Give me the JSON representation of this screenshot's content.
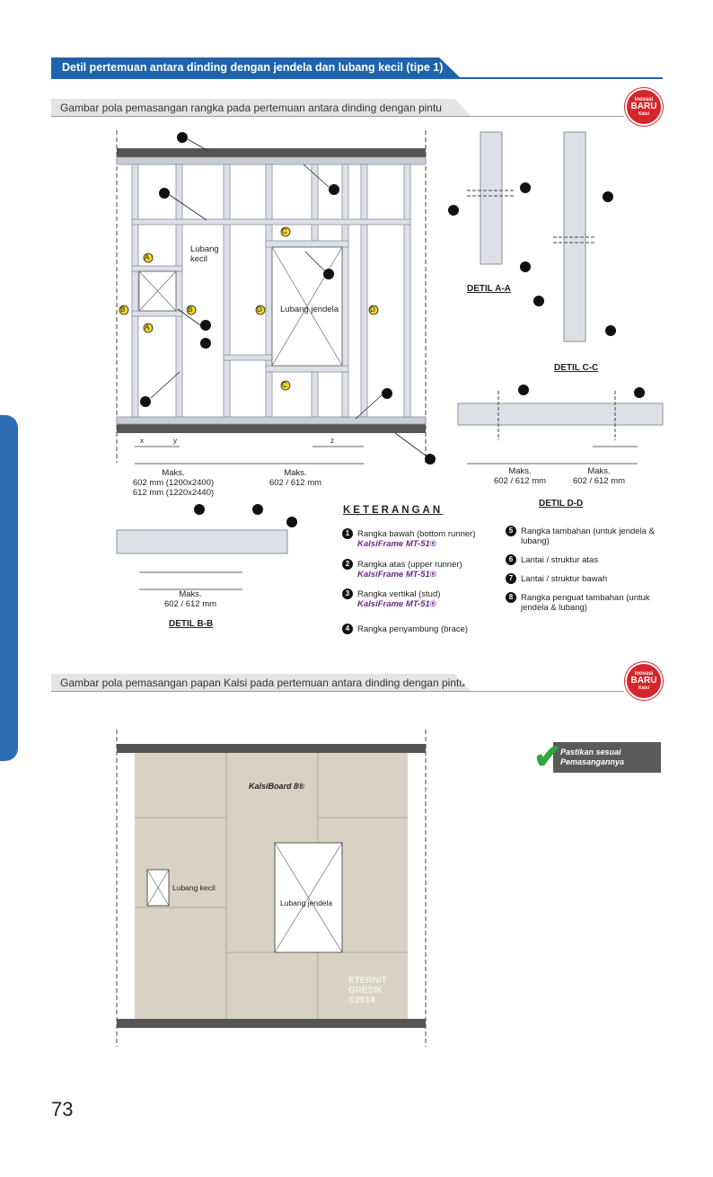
{
  "section_title": "Detil pertemuan antara dinding dengan jendela dan lubang kecil (tipe 1)",
  "subtitle_1": "Gambar pola pemasangan rangka pada pertemuan antara dinding dengan pintu",
  "subtitle_2": "Gambar pola pemasangan papan Kalsi pada pertemuan antara dinding dengan pintu",
  "badge": {
    "line1": "Inovasi",
    "line2": "BARU",
    "line3": "Kalsi"
  },
  "frame_labels": {
    "lubang_kecil": "Lubang\nkecil",
    "lubang_jendela": "Lubang jendela",
    "sec_a": "A",
    "sec_b": "B",
    "sec_c": "C",
    "sec_d": "D"
  },
  "dimensions": {
    "x": "x",
    "y": "y",
    "z": "z",
    "maks_left": "Maks.\n602 mm (1200x2400)\n612 mm (1220x2440)",
    "maks_mid": "Maks.\n602 / 612 mm",
    "maks_dd_left": "Maks.\n602 / 612 mm",
    "maks_dd_right": "Maks.\n602 / 612 mm",
    "maks_bb": "Maks.\n602 / 612 mm"
  },
  "details": {
    "aa": "DETIL A-A",
    "cc": "DETIL C-C",
    "dd": "DETIL D-D",
    "bb": "DETIL B-B"
  },
  "keterangan_title": "KETERANGAN",
  "keterangan": [
    {
      "num": "1",
      "text": "Rangka bawah (bottom runner)",
      "brand": "KalsiFrame MT-51®"
    },
    {
      "num": "2",
      "text": "Rangka atas (upper runner)",
      "brand": "KalsiFrame MT-51®"
    },
    {
      "num": "3",
      "text": "Rangka vertikal (stud)",
      "brand": "KalsiFrame MT-51®"
    },
    {
      "num": "4",
      "text": "Rangka penyambung (brace)",
      "brand": ""
    },
    {
      "num": "5",
      "text": "Rangka tambahan (untuk jendela & lubang)",
      "brand": ""
    },
    {
      "num": "6",
      "text": "Lantai / struktur atas",
      "brand": ""
    },
    {
      "num": "7",
      "text": "Lantai / struktur bawah",
      "brand": ""
    },
    {
      "num": "8",
      "text": "Rangka penguat tambahan (untuk jendela & lubang)",
      "brand": ""
    }
  ],
  "board_labels": {
    "brand": "KalsiBoard 8®",
    "lubang_kecil": "Lubang kecil",
    "lubang_jendela": "Lubang jendela",
    "watermark": "ETERNIT\nGRESIK\n©2014"
  },
  "stamp": {
    "line1": "Pastikan sesuai",
    "line2": "Pemasangannya"
  },
  "page_number": "73",
  "colors": {
    "blue": "#1f63ad",
    "red": "#d6262b",
    "board": "#d8d2c2",
    "green": "#2ba83b"
  }
}
